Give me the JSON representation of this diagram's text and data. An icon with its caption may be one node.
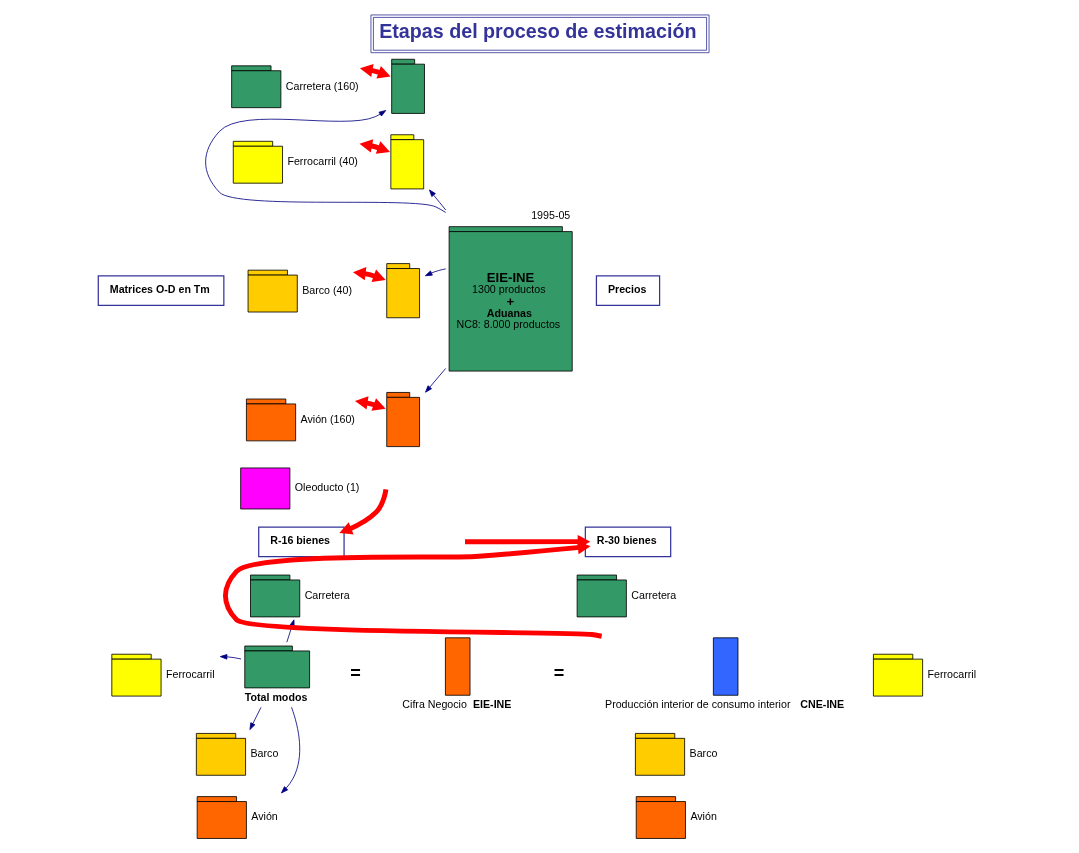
{
  "diagram": {
    "title": "Etapas del proceso de estimación",
    "nodes": [
      {
        "text": [
          "Matrices O-D en Tm"
        ]
      },
      {
        "text": [],
        "shape": "box",
        "beside": [
          "Carretera (160)"
        ]
      },
      {
        "text": [],
        "shape": "box",
        "beside": [
          "Ferrocarril (40)"
        ]
      },
      {
        "text": [],
        "shape": "box",
        "beside": [
          "Barco (40)"
        ]
      },
      {
        "text": [],
        "shape": "box",
        "beside": [
          "Avión (160)"
        ]
      },
      {
        "text": [],
        "shape": "box",
        "beside": [
          "Oleoducto (1)"
        ]
      },
      {
        "text": [],
        "shape": "box"
      },
      {
        "text": [],
        "shape": "box"
      },
      {
        "text": [],
        "shape": "box"
      },
      {
        "text": [],
        "shape": "box"
      },
      {
        "text": [
          "EIE-INE",
          "1300 productos",
          "+",
          "Aduanas",
          "NC8: 8.000 productos"
        ],
        "beside": [
          "1995-05"
        ]
      },
      {
        "text": [
          "Precios"
        ]
      },
      {
        "text": [
          "R-16 bienes"
        ]
      },
      {
        "text": [],
        "shape": "box",
        "beside": [
          "Carretera"
        ]
      },
      {
        "text": [],
        "shape": "box",
        "beside": [
          "Ferrocarril"
        ]
      },
      {
        "text": [],
        "shape": "box",
        "beside": [
          "Barco"
        ]
      },
      {
        "text": [],
        "shape": "box",
        "beside": [
          "Avión"
        ]
      },
      {
        "text": [],
        "shape": "box",
        "beside": [
          "Total modos"
        ]
      },
      {
        "text": [],
        "shape": "bar",
        "beside": [
          "Cifra Negocio **EIE-INE**"
        ]
      },
      {
        "text": [],
        "shape": "bar",
        "beside": [
          "Producción interior de consumo interior **CNE-INE**"
        ]
      },
      {
        "text": [
          "R-30 bienes"
        ]
      },
      {
        "text": [],
        "shape": "box",
        "beside": [
          "Carretera"
        ]
      },
      {
        "text": [],
        "shape": "box",
        "beside": [
          "Ferrocarril"
        ]
      },
      {
        "text": [],
        "shape": "box",
        "beside": [
          "Barco"
        ]
      },
      {
        "text": [],
        "shape": "box",
        "beside": [
          "Avión"
        ]
      }
    ],
    "edges": [
      {
        "from": 1,
        "to": 6,
        "arrow": "both",
        "style": "thick",
        "color": "#ff0000"
      },
      {
        "from": 2,
        "to": 7,
        "arrow": "both",
        "style": "thick",
        "color": "#ff0000"
      },
      {
        "from": 3,
        "to": 8,
        "arrow": "both",
        "style": "thick",
        "color": "#ff0000"
      },
      {
        "from": 4,
        "to": 9,
        "arrow": "both",
        "style": "thick",
        "color": "#ff0000"
      },
      {
        "from": 10,
        "to": 6,
        "arrow": "to"
      },
      {
        "from": 10,
        "to": 7,
        "arrow": "to"
      },
      {
        "from": 10,
        "to": 8,
        "arrow": "to"
      },
      {
        "from": 10,
        "to": 9,
        "arrow": "to"
      },
      {
        "from": null,
        "to": 12,
        "arrow": "to",
        "style": "thick",
        "color": "#ff0000"
      },
      {
        "from": null,
        "to": 20,
        "arrow": "to",
        "style": "thick",
        "color": "#ff0000"
      },
      {
        "from": 17,
        "to": 13,
        "arrow": "to"
      },
      {
        "from": 17,
        "to": 14,
        "arrow": "to"
      },
      {
        "from": 17,
        "to": 15,
        "arrow": "to"
      },
      {
        "from": 17,
        "to": 16,
        "arrow": "to"
      },
      {
        "from": 19,
        "to": 20,
        "arrow": "to",
        "style": "thick",
        "color": "#ff0000"
      }
    ],
    "labels": [
      "=",
      "="
    ]
  }
}
